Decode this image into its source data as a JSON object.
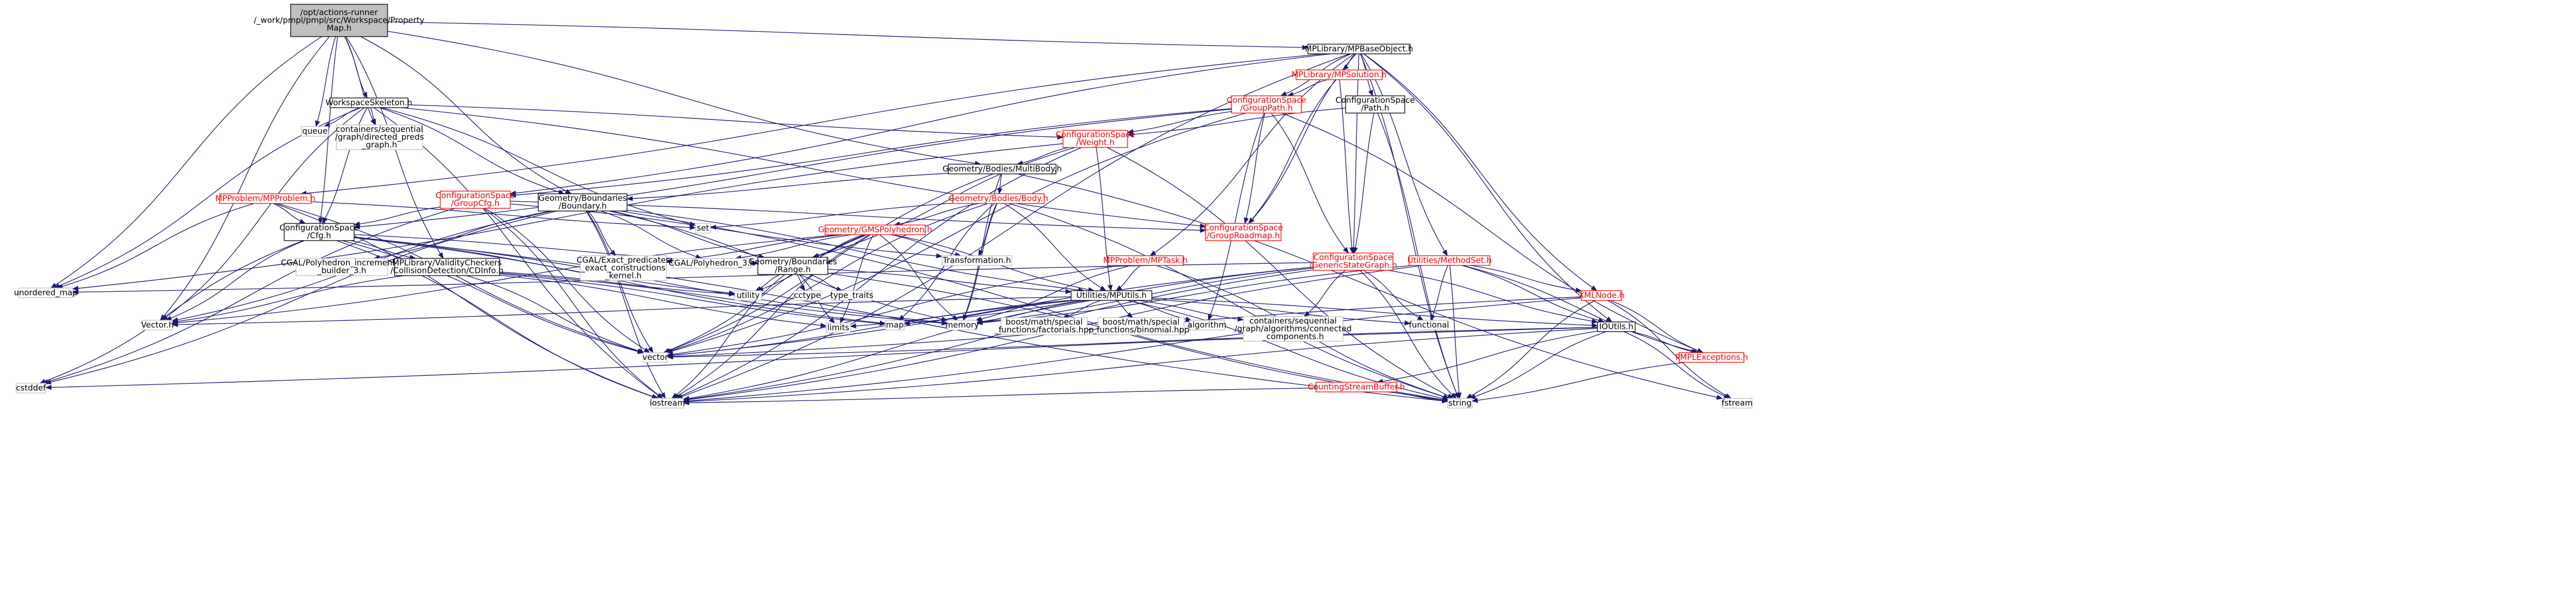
{
  "colors": {
    "root_fill": "#bfbfbf",
    "node_fill": "#ffffff",
    "border_black": "#000000",
    "border_red": "#ff0000",
    "border_grey": "#bfbfbf",
    "text_normal": "#000000",
    "text_red": "#ff0000",
    "edge": "#191970"
  },
  "nodes": [
    {
      "id": "root",
      "lines": [
        "/opt/actions-runner",
        "/_work/pmpl/pmpl/src/Workspace/Property",
        "Map.h"
      ],
      "style": "root"
    },
    {
      "id": "mpbase",
      "lines": [
        "MPLibrary/MPBaseObject.h"
      ],
      "style": "normal"
    },
    {
      "id": "wsskel",
      "lines": [
        "WorkspaceSkeleton.h"
      ],
      "style": "normal"
    },
    {
      "id": "mpsolution",
      "lines": [
        "MPLibrary/MPSolution.h"
      ],
      "style": "red"
    },
    {
      "id": "groupph",
      "lines": [
        "ConfigurationSpace",
        "/GroupPath.h"
      ],
      "style": "red"
    },
    {
      "id": "cspath",
      "lines": [
        "ConfigurationSpace",
        "/Path.h"
      ],
      "style": "normal"
    },
    {
      "id": "queue",
      "lines": [
        "queue"
      ],
      "style": "grey"
    },
    {
      "id": "dirpreds",
      "lines": [
        "containers/sequential",
        "/graph/directed_preds",
        "_graph.h"
      ],
      "style": "grey"
    },
    {
      "id": "weight",
      "lines": [
        "ConfigurationSpace",
        "/Weight.h"
      ],
      "style": "red"
    },
    {
      "id": "multibody",
      "lines": [
        "Geometry/Bodies/MultiBody.h"
      ],
      "style": "normal"
    },
    {
      "id": "mpproblem",
      "lines": [
        "MPProblem/MPProblem.h"
      ],
      "style": "red"
    },
    {
      "id": "groupcfg",
      "lines": [
        "ConfigurationSpace",
        "/GroupCfg.h"
      ],
      "style": "red"
    },
    {
      "id": "boundary",
      "lines": [
        "Geometry/Boundaries",
        "/Boundary.h"
      ],
      "style": "normal"
    },
    {
      "id": "body",
      "lines": [
        "Geometry/Bodies/Body.h"
      ],
      "style": "red"
    },
    {
      "id": "set",
      "lines": [
        "set"
      ],
      "style": "grey"
    },
    {
      "id": "grouproadmap",
      "lines": [
        "ConfigurationSpace",
        "/GroupRoadmap.h"
      ],
      "style": "red"
    },
    {
      "id": "cfg",
      "lines": [
        "ConfigurationSpace",
        "/Cfg.h"
      ],
      "style": "normal"
    },
    {
      "id": "gmspoly",
      "lines": [
        "Geometry/GMSPolyhedron.h"
      ],
      "style": "red"
    },
    {
      "id": "transformation",
      "lines": [
        "Transformation.h"
      ],
      "style": "grey"
    },
    {
      "id": "mptask",
      "lines": [
        "MPProblem/MPTask.h"
      ],
      "style": "red"
    },
    {
      "id": "genstate",
      "lines": [
        "ConfigurationSpace",
        "/GenericStateGraph.h"
      ],
      "style": "red"
    },
    {
      "id": "methodset",
      "lines": [
        "Utilities/MethodSet.h"
      ],
      "style": "red"
    },
    {
      "id": "cgalinc",
      "lines": [
        "CGAL/Polyhedron_incremental",
        "_builder_3.h"
      ],
      "style": "grey"
    },
    {
      "id": "cdinfo",
      "lines": [
        "MPLibrary/ValidityCheckers",
        "/CollisionDetection/CDInfo.h"
      ],
      "style": "normal"
    },
    {
      "id": "cgalexact",
      "lines": [
        "CGAL/Exact_predicates",
        "_exact_constructions",
        "_kernel.h"
      ],
      "style": "grey"
    },
    {
      "id": "cgalpoly",
      "lines": [
        "CGAL/Polyhedron_3.h"
      ],
      "style": "grey"
    },
    {
      "id": "range",
      "lines": [
        "Geometry/Boundaries",
        "/Range.h"
      ],
      "style": "normal"
    },
    {
      "id": "xmlnode",
      "lines": [
        "XMLNode.h"
      ],
      "style": "red"
    },
    {
      "id": "unordered_map",
      "lines": [
        "unordered_map"
      ],
      "style": "grey"
    },
    {
      "id": "utility",
      "lines": [
        "utility"
      ],
      "style": "grey"
    },
    {
      "id": "cctype",
      "lines": [
        "cctype"
      ],
      "style": "grey"
    },
    {
      "id": "type_traits",
      "lines": [
        "type_traits"
      ],
      "style": "grey"
    },
    {
      "id": "mputils",
      "lines": [
        "Utilities/MPUtils.h"
      ],
      "style": "normal"
    },
    {
      "id": "vectorh",
      "lines": [
        "Vector.h"
      ],
      "style": "grey"
    },
    {
      "id": "limits",
      "lines": [
        "limits"
      ],
      "style": "grey"
    },
    {
      "id": "map",
      "lines": [
        "map"
      ],
      "style": "grey"
    },
    {
      "id": "memory",
      "lines": [
        "memory"
      ],
      "style": "grey"
    },
    {
      "id": "factorials",
      "lines": [
        "boost/math/special",
        "_functions/factorials.hpp"
      ],
      "style": "grey"
    },
    {
      "id": "binomial",
      "lines": [
        "boost/math/special",
        "_functions/binomial.hpp"
      ],
      "style": "grey"
    },
    {
      "id": "algorithm",
      "lines": [
        "algorithm"
      ],
      "style": "grey"
    },
    {
      "id": "conncomp",
      "lines": [
        "containers/sequential",
        "/graph/algorithms/connected",
        "_components.h"
      ],
      "style": "grey"
    },
    {
      "id": "functional",
      "lines": [
        "functional"
      ],
      "style": "grey"
    },
    {
      "id": "ioutils",
      "lines": [
        "IOUtils.h"
      ],
      "style": "normal"
    },
    {
      "id": "pmplexc",
      "lines": [
        "PMPLExceptions.h"
      ],
      "style": "red"
    },
    {
      "id": "vector",
      "lines": [
        "vector"
      ],
      "style": "grey"
    },
    {
      "id": "countbuf",
      "lines": [
        "CountingStreamBuffer.h"
      ],
      "style": "red"
    },
    {
      "id": "cstddef",
      "lines": [
        "cstddef"
      ],
      "style": "grey"
    },
    {
      "id": "iostream",
      "lines": [
        "iostream"
      ],
      "style": "grey"
    },
    {
      "id": "string",
      "lines": [
        "string"
      ],
      "style": "grey"
    },
    {
      "id": "fstream",
      "lines": [
        "fstream"
      ],
      "style": "grey"
    }
  ],
  "edges": [
    [
      "root",
      "mpbase"
    ],
    [
      "root",
      "wsskel"
    ],
    [
      "root",
      "queue"
    ],
    [
      "root",
      "dirpreds"
    ],
    [
      "root",
      "multibody"
    ],
    [
      "root",
      "cfg"
    ],
    [
      "root",
      "cdinfo"
    ],
    [
      "root",
      "boundary"
    ],
    [
      "root",
      "unordered_map"
    ],
    [
      "root",
      "vectorh"
    ],
    [
      "mpbase",
      "mpsolution"
    ],
    [
      "mpbase",
      "groupph"
    ],
    [
      "mpbase",
      "cspath"
    ],
    [
      "mpbase",
      "mpproblem"
    ],
    [
      "mpbase",
      "mptask"
    ],
    [
      "mpbase",
      "methodset"
    ],
    [
      "mpbase",
      "xmlnode"
    ],
    [
      "mpbase",
      "ioutils"
    ],
    [
      "mpbase",
      "genstate"
    ],
    [
      "mpbase",
      "grouproadmap"
    ],
    [
      "mpbase",
      "groupcfg"
    ],
    [
      "mpbase",
      "string"
    ],
    [
      "mpbase",
      "iostream"
    ],
    [
      "mpsolution",
      "groupph"
    ],
    [
      "mpsolution",
      "genstate"
    ],
    [
      "mpsolution",
      "grouproadmap"
    ],
    [
      "groupph",
      "weight"
    ],
    [
      "groupph",
      "groupcfg"
    ],
    [
      "groupph",
      "cfg"
    ],
    [
      "groupph",
      "grouproadmap"
    ],
    [
      "groupph",
      "genstate"
    ],
    [
      "groupph",
      "vector"
    ],
    [
      "groupph",
      "algorithm"
    ],
    [
      "groupph",
      "pmplexc"
    ],
    [
      "cspath",
      "weight"
    ],
    [
      "cspath",
      "genstate"
    ],
    [
      "cspath",
      "string"
    ],
    [
      "wsskel",
      "queue"
    ],
    [
      "wsskel",
      "dirpreds"
    ],
    [
      "wsskel",
      "boundary"
    ],
    [
      "wsskel",
      "cfg"
    ],
    [
      "wsskel",
      "weight"
    ],
    [
      "wsskel",
      "set"
    ],
    [
      "wsskel",
      "vectorh"
    ],
    [
      "wsskel",
      "unordered_map"
    ],
    [
      "wsskel",
      "iostream"
    ],
    [
      "wsskel",
      "grouproadmap"
    ],
    [
      "weight",
      "multibody"
    ],
    [
      "weight",
      "range"
    ],
    [
      "weight",
      "mputils"
    ],
    [
      "weight",
      "iostream"
    ],
    [
      "weight",
      "string"
    ],
    [
      "weight",
      "unordered_map"
    ],
    [
      "multibody",
      "body"
    ],
    [
      "multibody",
      "boundary"
    ],
    [
      "multibody",
      "memory"
    ],
    [
      "multibody",
      "vector"
    ],
    [
      "multibody",
      "fstream"
    ],
    [
      "mpproblem",
      "cfg"
    ],
    [
      "mpproblem",
      "unordered_map"
    ],
    [
      "mpproblem",
      "iostream"
    ],
    [
      "mpproblem",
      "vector"
    ],
    [
      "mpproblem",
      "set"
    ],
    [
      "groupcfg",
      "cfg"
    ],
    [
      "groupcfg",
      "grouproadmap"
    ],
    [
      "groupcfg",
      "vector"
    ],
    [
      "groupcfg",
      "iostream"
    ],
    [
      "groupcfg",
      "transformation"
    ],
    [
      "groupcfg",
      "cstddef"
    ],
    [
      "boundary",
      "cgalexact"
    ],
    [
      "boundary",
      "cgalpoly"
    ],
    [
      "boundary",
      "cgalinc"
    ],
    [
      "boundary",
      "range"
    ],
    [
      "boundary",
      "mputils"
    ],
    [
      "boundary",
      "vector"
    ],
    [
      "boundary",
      "memory"
    ],
    [
      "boundary",
      "iostream"
    ],
    [
      "boundary",
      "vectorh"
    ],
    [
      "boundary",
      "string"
    ],
    [
      "boundary",
      "cstddef"
    ],
    [
      "body",
      "gmspoly"
    ],
    [
      "body",
      "transformation"
    ],
    [
      "body",
      "set"
    ],
    [
      "body",
      "mputils"
    ],
    [
      "body",
      "map"
    ],
    [
      "body",
      "memory"
    ],
    [
      "body",
      "vector"
    ],
    [
      "body",
      "string"
    ],
    [
      "cfg",
      "cdinfo"
    ],
    [
      "cfg",
      "vectorh"
    ],
    [
      "cfg",
      "map"
    ],
    [
      "cfg",
      "memory"
    ],
    [
      "cfg",
      "vector"
    ],
    [
      "cfg",
      "iostream"
    ],
    [
      "cfg",
      "cstddef"
    ],
    [
      "cfg",
      "string"
    ],
    [
      "cfg",
      "utility"
    ],
    [
      "cfg",
      "range"
    ],
    [
      "gmspoly",
      "cgalexact"
    ],
    [
      "gmspoly",
      "cgalpoly"
    ],
    [
      "gmspoly",
      "range"
    ],
    [
      "gmspoly",
      "transformation"
    ],
    [
      "gmspoly",
      "utility"
    ],
    [
      "gmspoly",
      "vector"
    ],
    [
      "gmspoly",
      "vectorh"
    ],
    [
      "gmspoly",
      "memory"
    ],
    [
      "gmspoly",
      "iostream"
    ],
    [
      "gmspoly",
      "limits"
    ],
    [
      "gmspoly",
      "mputils"
    ],
    [
      "mptask",
      "mputils"
    ],
    [
      "mptask",
      "vector"
    ],
    [
      "mptask",
      "memory"
    ],
    [
      "mptask",
      "string"
    ],
    [
      "genstate",
      "conncomp"
    ],
    [
      "genstate",
      "functional"
    ],
    [
      "genstate",
      "vector"
    ],
    [
      "genstate",
      "iostream"
    ],
    [
      "genstate",
      "map"
    ],
    [
      "genstate",
      "unordered_map"
    ],
    [
      "genstate",
      "string"
    ],
    [
      "genstate",
      "memory"
    ],
    [
      "genstate",
      "ioutils"
    ],
    [
      "methodset",
      "xmlnode"
    ],
    [
      "methodset",
      "ioutils"
    ],
    [
      "methodset",
      "functional"
    ],
    [
      "methodset",
      "iostream"
    ],
    [
      "methodset",
      "string"
    ],
    [
      "methodset",
      "pmplexc"
    ],
    [
      "methodset",
      "memory"
    ],
    [
      "cdinfo",
      "vectorh"
    ],
    [
      "cdinfo",
      "vector"
    ],
    [
      "cdinfo",
      "limits"
    ],
    [
      "cdinfo",
      "utility"
    ],
    [
      "cdinfo",
      "memory"
    ],
    [
      "cdinfo",
      "map"
    ],
    [
      "range",
      "utility"
    ],
    [
      "range",
      "cctype"
    ],
    [
      "range",
      "type_traits"
    ],
    [
      "range",
      "limits"
    ],
    [
      "range",
      "iostream"
    ],
    [
      "range",
      "mputils"
    ],
    [
      "range",
      "string"
    ],
    [
      "xmlnode",
      "pmplexc"
    ],
    [
      "xmlnode",
      "string"
    ],
    [
      "xmlnode",
      "vector"
    ],
    [
      "xmlnode",
      "iostream"
    ],
    [
      "xmlnode",
      "fstream"
    ],
    [
      "mputils",
      "factorials"
    ],
    [
      "mputils",
      "binomial"
    ],
    [
      "mputils",
      "algorithm"
    ],
    [
      "mputils",
      "conncomp"
    ],
    [
      "mputils",
      "functional"
    ],
    [
      "mputils",
      "ioutils"
    ],
    [
      "mputils",
      "vectorh"
    ],
    [
      "mputils",
      "map"
    ],
    [
      "mputils",
      "memory"
    ],
    [
      "mputils",
      "vector"
    ],
    [
      "mputils",
      "limits"
    ],
    [
      "mputils",
      "iostream"
    ],
    [
      "mputils",
      "string"
    ],
    [
      "ioutils",
      "countbuf"
    ],
    [
      "ioutils",
      "pmplexc"
    ],
    [
      "ioutils",
      "vector"
    ],
    [
      "ioutils",
      "string"
    ],
    [
      "ioutils",
      "fstream"
    ],
    [
      "ioutils",
      "iostream"
    ],
    [
      "ioutils",
      "cstddef"
    ],
    [
      "countbuf",
      "iostream"
    ],
    [
      "countbuf",
      "string"
    ],
    [
      "pmplexc",
      "string"
    ]
  ]
}
